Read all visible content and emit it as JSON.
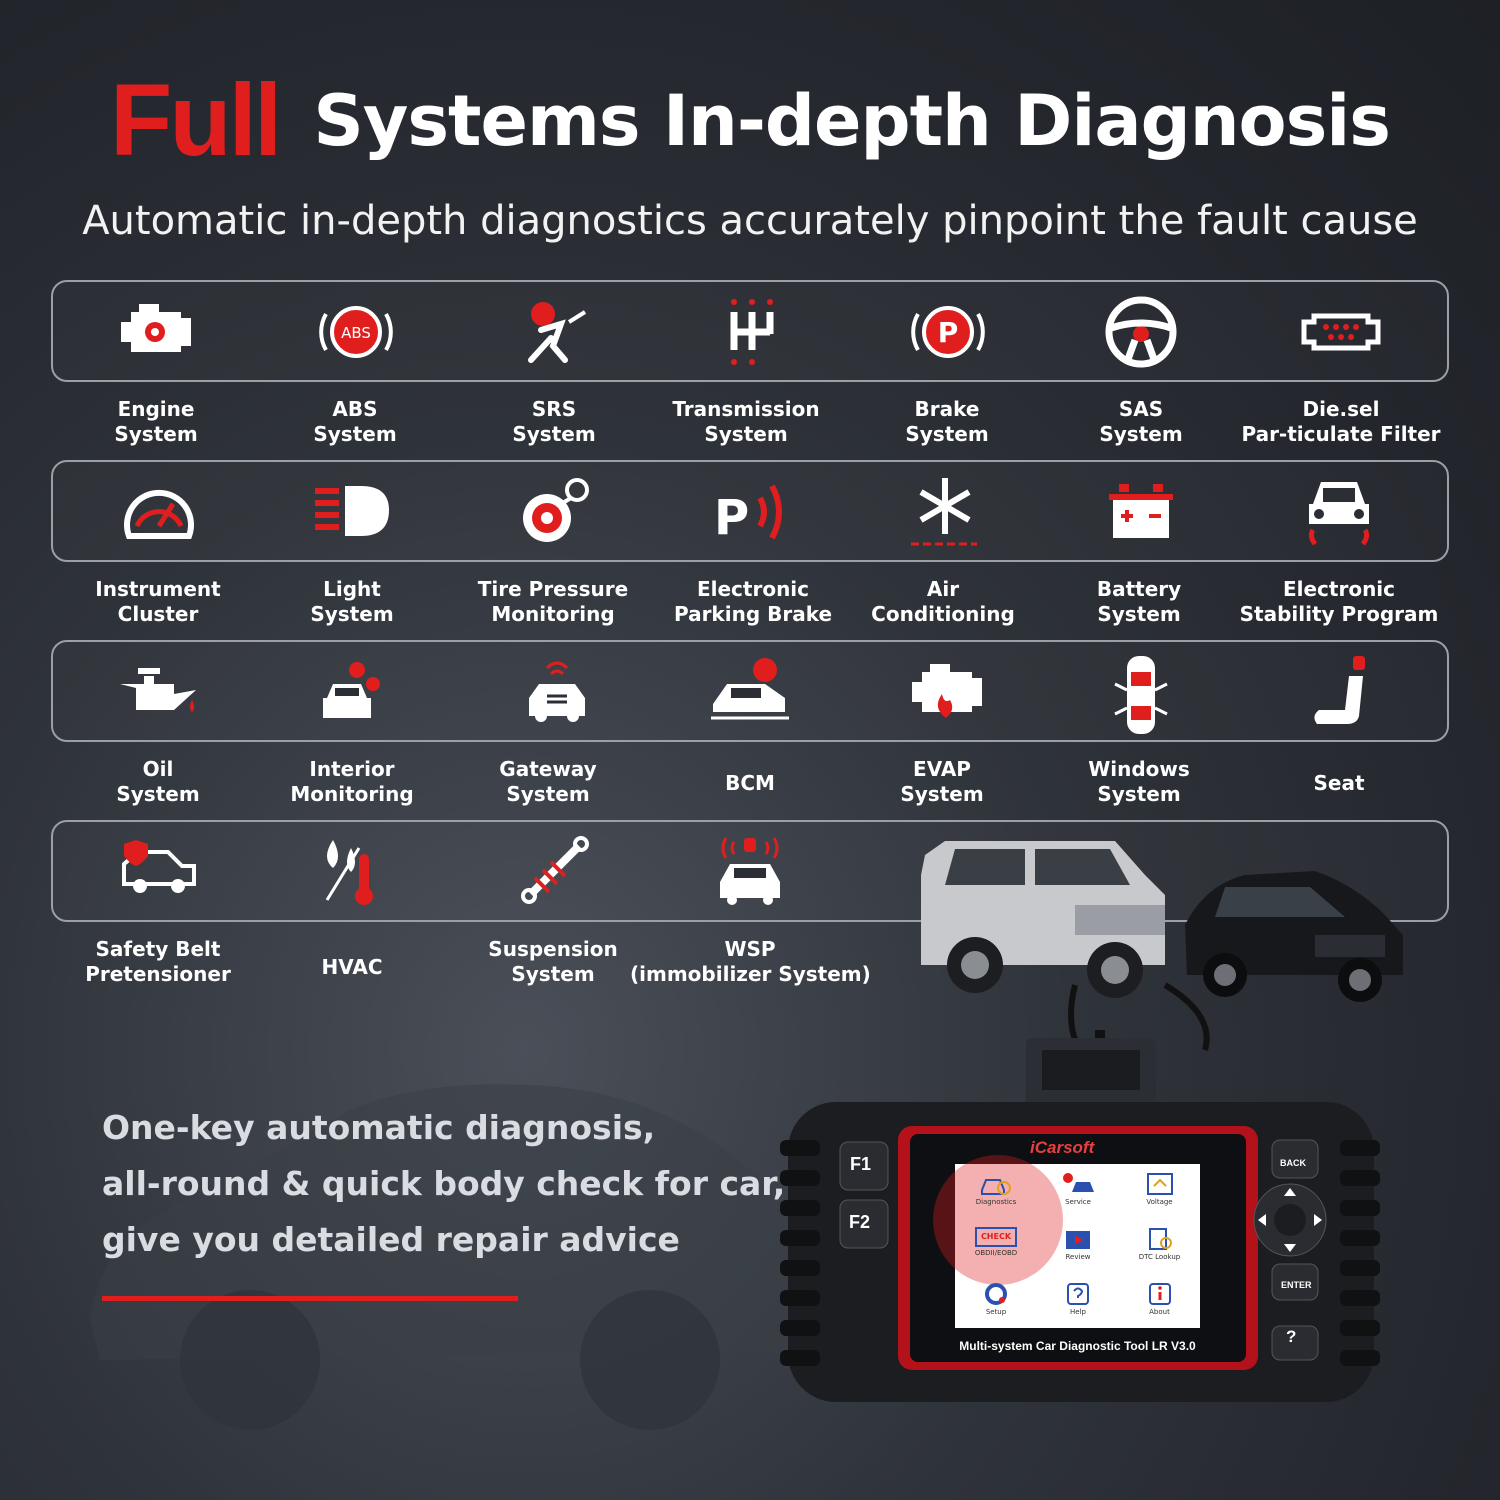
{
  "header": {
    "title_highlight": "Full",
    "title_rest": "Systems In-depth Diagnosis",
    "subtitle": "Automatic in-depth diagnostics accurately pinpoint the fault cause"
  },
  "colors": {
    "accent_red": "#e01e1e",
    "icon_white": "#ffffff",
    "background": "#2a2d33",
    "frame": "#9aa0a8"
  },
  "systems": [
    {
      "icon": "engine-icon",
      "lines": [
        "Engine",
        "System"
      ]
    },
    {
      "icon": "abs-icon",
      "lines": [
        "ABS",
        "System"
      ]
    },
    {
      "icon": "srs-airbag-icon",
      "lines": [
        "SRS",
        "System"
      ]
    },
    {
      "icon": "gear-shift-icon",
      "lines": [
        "Transmission",
        "System"
      ]
    },
    {
      "icon": "brake-p-icon",
      "lines": [
        "Brake",
        "System"
      ]
    },
    {
      "icon": "steering-wheel-icon",
      "lines": [
        "SAS",
        "System"
      ]
    },
    {
      "icon": "dpf-filter-icon",
      "lines": [
        "Die.sel",
        "Par-ticulate Filter"
      ]
    },
    {
      "icon": "gauge-icon",
      "lines": [
        "Instrument",
        "Cluster"
      ]
    },
    {
      "icon": "headlight-icon",
      "lines": [
        "Light",
        "System"
      ]
    },
    {
      "icon": "tire-pressure-icon",
      "lines": [
        "Tire Pressure",
        "Monitoring"
      ]
    },
    {
      "icon": "parking-brake-icon",
      "lines": [
        "Electronic",
        "Parking Brake"
      ]
    },
    {
      "icon": "snowflake-icon",
      "lines": [
        "Air",
        "Conditioning"
      ]
    },
    {
      "icon": "battery-icon",
      "lines": [
        "Battery",
        "System"
      ]
    },
    {
      "icon": "stability-car-icon",
      "lines": [
        "Electronic",
        "Stability Program"
      ]
    },
    {
      "icon": "oil-can-icon",
      "lines": [
        "Oil",
        "System"
      ]
    },
    {
      "icon": "interior-car-gear-icon",
      "lines": [
        "Interior",
        "Monitoring"
      ]
    },
    {
      "icon": "gateway-car-icon",
      "lines": [
        "Gateway",
        "System"
      ]
    },
    {
      "icon": "bcm-car-icon",
      "lines": [
        "BCM"
      ]
    },
    {
      "icon": "evap-engine-icon",
      "lines": [
        "EVAP",
        "System"
      ]
    },
    {
      "icon": "car-windows-icon",
      "lines": [
        "Windows",
        "System"
      ]
    },
    {
      "icon": "seat-icon",
      "lines": [
        "Seat"
      ]
    },
    {
      "icon": "safety-belt-icon",
      "lines": [
        "Safety Belt",
        "Pretensioner"
      ]
    },
    {
      "icon": "hvac-icon",
      "lines": [
        "HVAC"
      ]
    },
    {
      "icon": "suspension-icon",
      "lines": [
        "Suspension",
        "System"
      ]
    },
    {
      "icon": "immobilizer-icon",
      "lines": [
        "WSP",
        "(immobilizer System)"
      ]
    }
  ],
  "promo": {
    "lines": [
      "One-key automatic diagnosis,",
      "all-round & quick body check for car,",
      "give you detailed repair advice"
    ]
  },
  "device": {
    "brand": "iCarsoft",
    "model": "Multi-system Car Diagnostic Tool LR V3.0",
    "keys": {
      "f1": "F1",
      "f2": "F2",
      "back": "BACK",
      "enter": "ENTER",
      "help": "?"
    },
    "menu": [
      {
        "label": "Diagnostics",
        "icon": "diagnostics-icon"
      },
      {
        "label": "Service",
        "icon": "service-icon"
      },
      {
        "label": "Voltage",
        "icon": "voltage-icon"
      },
      {
        "label": "OBDII/EOBD",
        "icon": "obd-check-icon"
      },
      {
        "label": "Review",
        "icon": "review-icon"
      },
      {
        "label": "DTC Lookup",
        "icon": "dtc-lookup-icon"
      },
      {
        "label": "Setup",
        "icon": "setup-icon"
      },
      {
        "label": "Help",
        "icon": "help-icon"
      },
      {
        "label": "About",
        "icon": "about-icon"
      }
    ],
    "check_badge": "CHECK"
  }
}
